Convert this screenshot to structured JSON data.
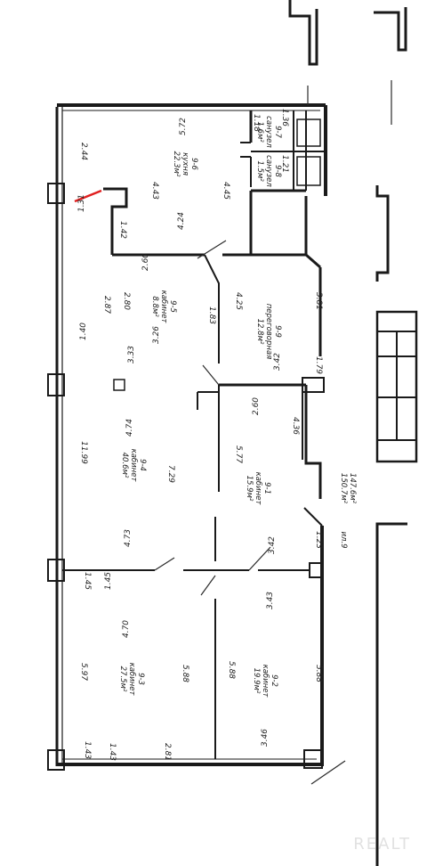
{
  "rooms": [
    {
      "id": "9-6",
      "name": "кухня",
      "area": "22.3м²"
    },
    {
      "id": "9-7",
      "name": "санузел",
      "area": "1.6м²"
    },
    {
      "id": "9-8",
      "name": "санузел",
      "area": "1.5м²"
    },
    {
      "id": "9-5",
      "name": "кабинет",
      "area": "8.8м²"
    },
    {
      "id": "9-9",
      "name": "переговорная",
      "area": "12.8м²"
    },
    {
      "id": "9-4",
      "name": "кабинет",
      "area": "40.6м²"
    },
    {
      "id": "9-1",
      "name": "кабинет",
      "area": "15.9м²"
    },
    {
      "id": "9-3",
      "name": "кабинет",
      "area": "27.5м²"
    },
    {
      "id": "9-2",
      "name": "кабинет",
      "area": "19.9м²"
    }
  ],
  "totals": {
    "line1": "147.6м²",
    "line2": "150.7м²",
    "unit": "ил.9"
  },
  "dims": {
    "d244": "2.44",
    "d131": "1.31",
    "d572": "5.72",
    "d118": "1.18",
    "d136": "1.36",
    "d121": "1.21",
    "d443": "4.43",
    "d445": "4.45",
    "d142": "1.42",
    "d424": "4.24",
    "d260a": "2.60",
    "d287": "2.87",
    "d280": "2.80",
    "d183": "1.83",
    "d425": "4.25",
    "d381": "3.81",
    "d140": "1.40",
    "d326": "3.26",
    "d333": "3.33",
    "d342a": "3.42",
    "d179": "1.79",
    "d1199": "11.99",
    "d474": "4.74",
    "d260b": "2.60",
    "d729": "7.29",
    "d577": "5.77",
    "d436": "4.36",
    "d473": "4.73",
    "d342b": "3.42",
    "d123": "1.23",
    "d145a": "1.45",
    "d145b": "1.45",
    "d343": "3.43",
    "d470": "4.70",
    "d597": "5.97",
    "d588a": "5.88",
    "d588b": "5.88",
    "d588c": "5.88",
    "d346": "3.46",
    "d143a": "1.43",
    "d143b": "1.43",
    "d281": "2.81"
  },
  "watermark": "REALT",
  "colors": {
    "wall": "#1a1a1a",
    "marker": "#e02020",
    "background": "#ffffff"
  }
}
